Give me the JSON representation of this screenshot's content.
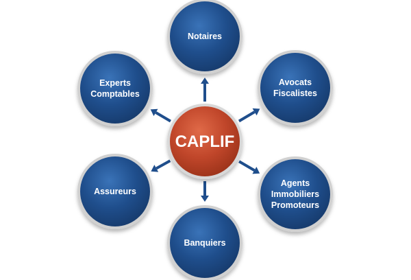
{
  "diagram": {
    "center": {
      "label": "CAPLIF"
    },
    "nodes": [
      {
        "id": "notaires",
        "lines": [
          "Notaires"
        ]
      },
      {
        "id": "avocats-fiscalistes",
        "lines": [
          "Avocats",
          "Fiscalistes"
        ]
      },
      {
        "id": "agents-immobiliers-promoteurs",
        "lines": [
          "Agents",
          "Immobiliers",
          "Promoteurs"
        ]
      },
      {
        "id": "banquiers",
        "lines": [
          "Banquiers"
        ]
      },
      {
        "id": "assureurs",
        "lines": [
          "Assureurs"
        ]
      },
      {
        "id": "experts-comptables",
        "lines": [
          "Experts",
          "Comptables"
        ]
      }
    ],
    "colors": {
      "center_fill": "#c0462a",
      "center_ring": "#d8d8d8",
      "node_fill": "#1f4e8c",
      "node_ring": "#d0d0d0",
      "arrow": "#1f4e8c",
      "label": "#ffffff"
    }
  }
}
